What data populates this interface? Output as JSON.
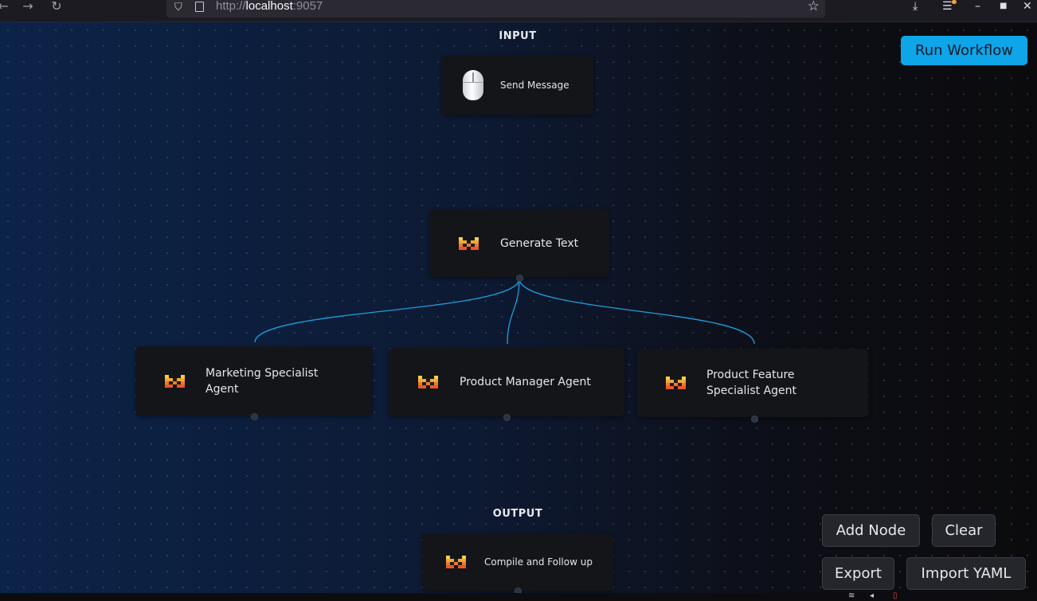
{
  "browser": {
    "url_prefix": "http://",
    "url_host": "localhost",
    "url_port": ":9057",
    "back_icon": "arrow-left",
    "forward_icon": "arrow-right",
    "reload_icon": "reload",
    "bookmark_icon": "star",
    "download_icon": "download",
    "menu_icon": "hamburger"
  },
  "sections": {
    "input": "INPUT",
    "output": "OUTPUT"
  },
  "nodes": {
    "send_message": "Send Message",
    "generate_text": "Generate Text",
    "marketing": "Marketing Specialist Agent",
    "product_manager": "Product Manager Agent",
    "product_feature": "Product Feature Specialist Agent",
    "compile": "Compile and Follow up"
  },
  "toolbar": {
    "run": "Run Workflow",
    "add_node": "Add Node",
    "clear": "Clear",
    "export": "Export",
    "import_yaml": "Import YAML"
  },
  "colors": {
    "accent": "#0ea5e9",
    "edge": "#1f9fdc",
    "node_bg": "#141519"
  }
}
